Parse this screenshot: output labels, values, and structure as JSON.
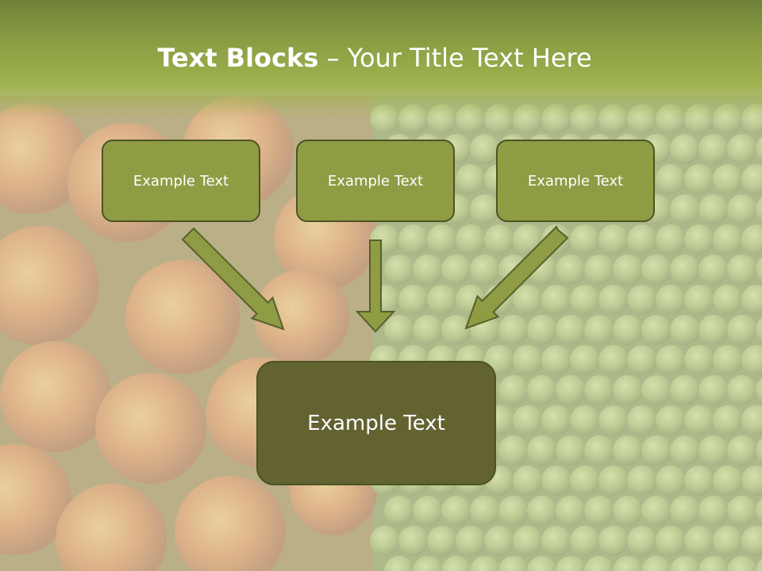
{
  "slide": {
    "title_bold": "Text Blocks",
    "title_dash": " – ",
    "title_rest": "Your Title Text Here",
    "boxes": [
      {
        "label": "Example Text"
      },
      {
        "label": "Example Text"
      },
      {
        "label": "Example Text"
      }
    ],
    "center_box": {
      "label": "Example Text"
    },
    "colors": {
      "title_band": "#8a9d43",
      "box_fill": "#8f9c44",
      "box_border": "#4a5424",
      "center_fill": "#636231",
      "arrow_fill": "#8f9c44"
    },
    "background_image": "peaches-and-green-grapes"
  }
}
